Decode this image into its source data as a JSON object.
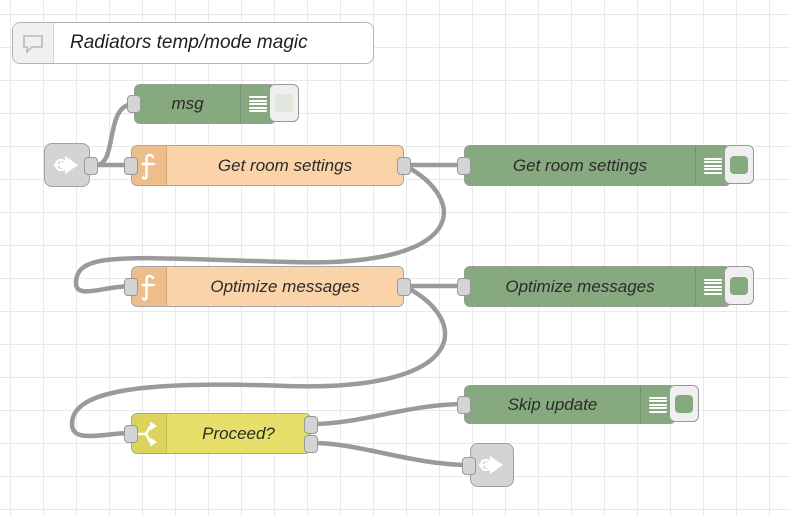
{
  "editor": {
    "name": "node-red-flow-canvas",
    "grid_color": "#e9e9e9",
    "background": "#ffffff",
    "wire_color": "#9a9a9a"
  },
  "palette": {
    "function_node_color": "#fbd3a9",
    "function_icon_color": "#edbd8b",
    "switch_node_color": "#e6e06b",
    "switch_icon_color": "#dbd35b",
    "debug_node_color": "#87a980",
    "link_node_color": "#d4d4d4",
    "comment_node_color": "#ffffff"
  },
  "comment": {
    "text": "Radiators temp/mode magic",
    "icon": "speech-bubble-icon"
  },
  "nodes": [
    {
      "id": "link-in",
      "type": "link-in",
      "label": "",
      "icon": "link-arrow-icon"
    },
    {
      "id": "debug-msg",
      "type": "debug",
      "label": "msg",
      "icon": "debug-lines-icon",
      "button_state": "off"
    },
    {
      "id": "fn-rooms",
      "type": "function",
      "label": "Get room settings",
      "icon": "function-f-icon"
    },
    {
      "id": "debug-rooms",
      "type": "debug",
      "label": "Get room settings",
      "icon": "debug-lines-icon",
      "button_state": "on"
    },
    {
      "id": "fn-optimize",
      "type": "function",
      "label": "Optimize messages",
      "icon": "function-f-icon"
    },
    {
      "id": "debug-opt",
      "type": "debug",
      "label": "Optimize messages",
      "icon": "debug-lines-icon",
      "button_state": "on"
    },
    {
      "id": "switch-proc",
      "type": "switch",
      "label": "Proceed?",
      "icon": "switch-branch-icon"
    },
    {
      "id": "debug-skip",
      "type": "debug",
      "label": "Skip update",
      "icon": "debug-lines-icon",
      "button_state": "on"
    },
    {
      "id": "link-out",
      "type": "link-out",
      "label": "",
      "icon": "link-arrow-icon"
    }
  ],
  "labels": {
    "comment": "Radiators temp/mode magic",
    "msg": "msg",
    "get_room_settings": "Get room settings",
    "get_room_settings_debug": "Get room settings",
    "optimize_messages": "Optimize messages",
    "optimize_messages_debug": "Optimize messages",
    "proceed": "Proceed?",
    "skip_update": "Skip update"
  }
}
